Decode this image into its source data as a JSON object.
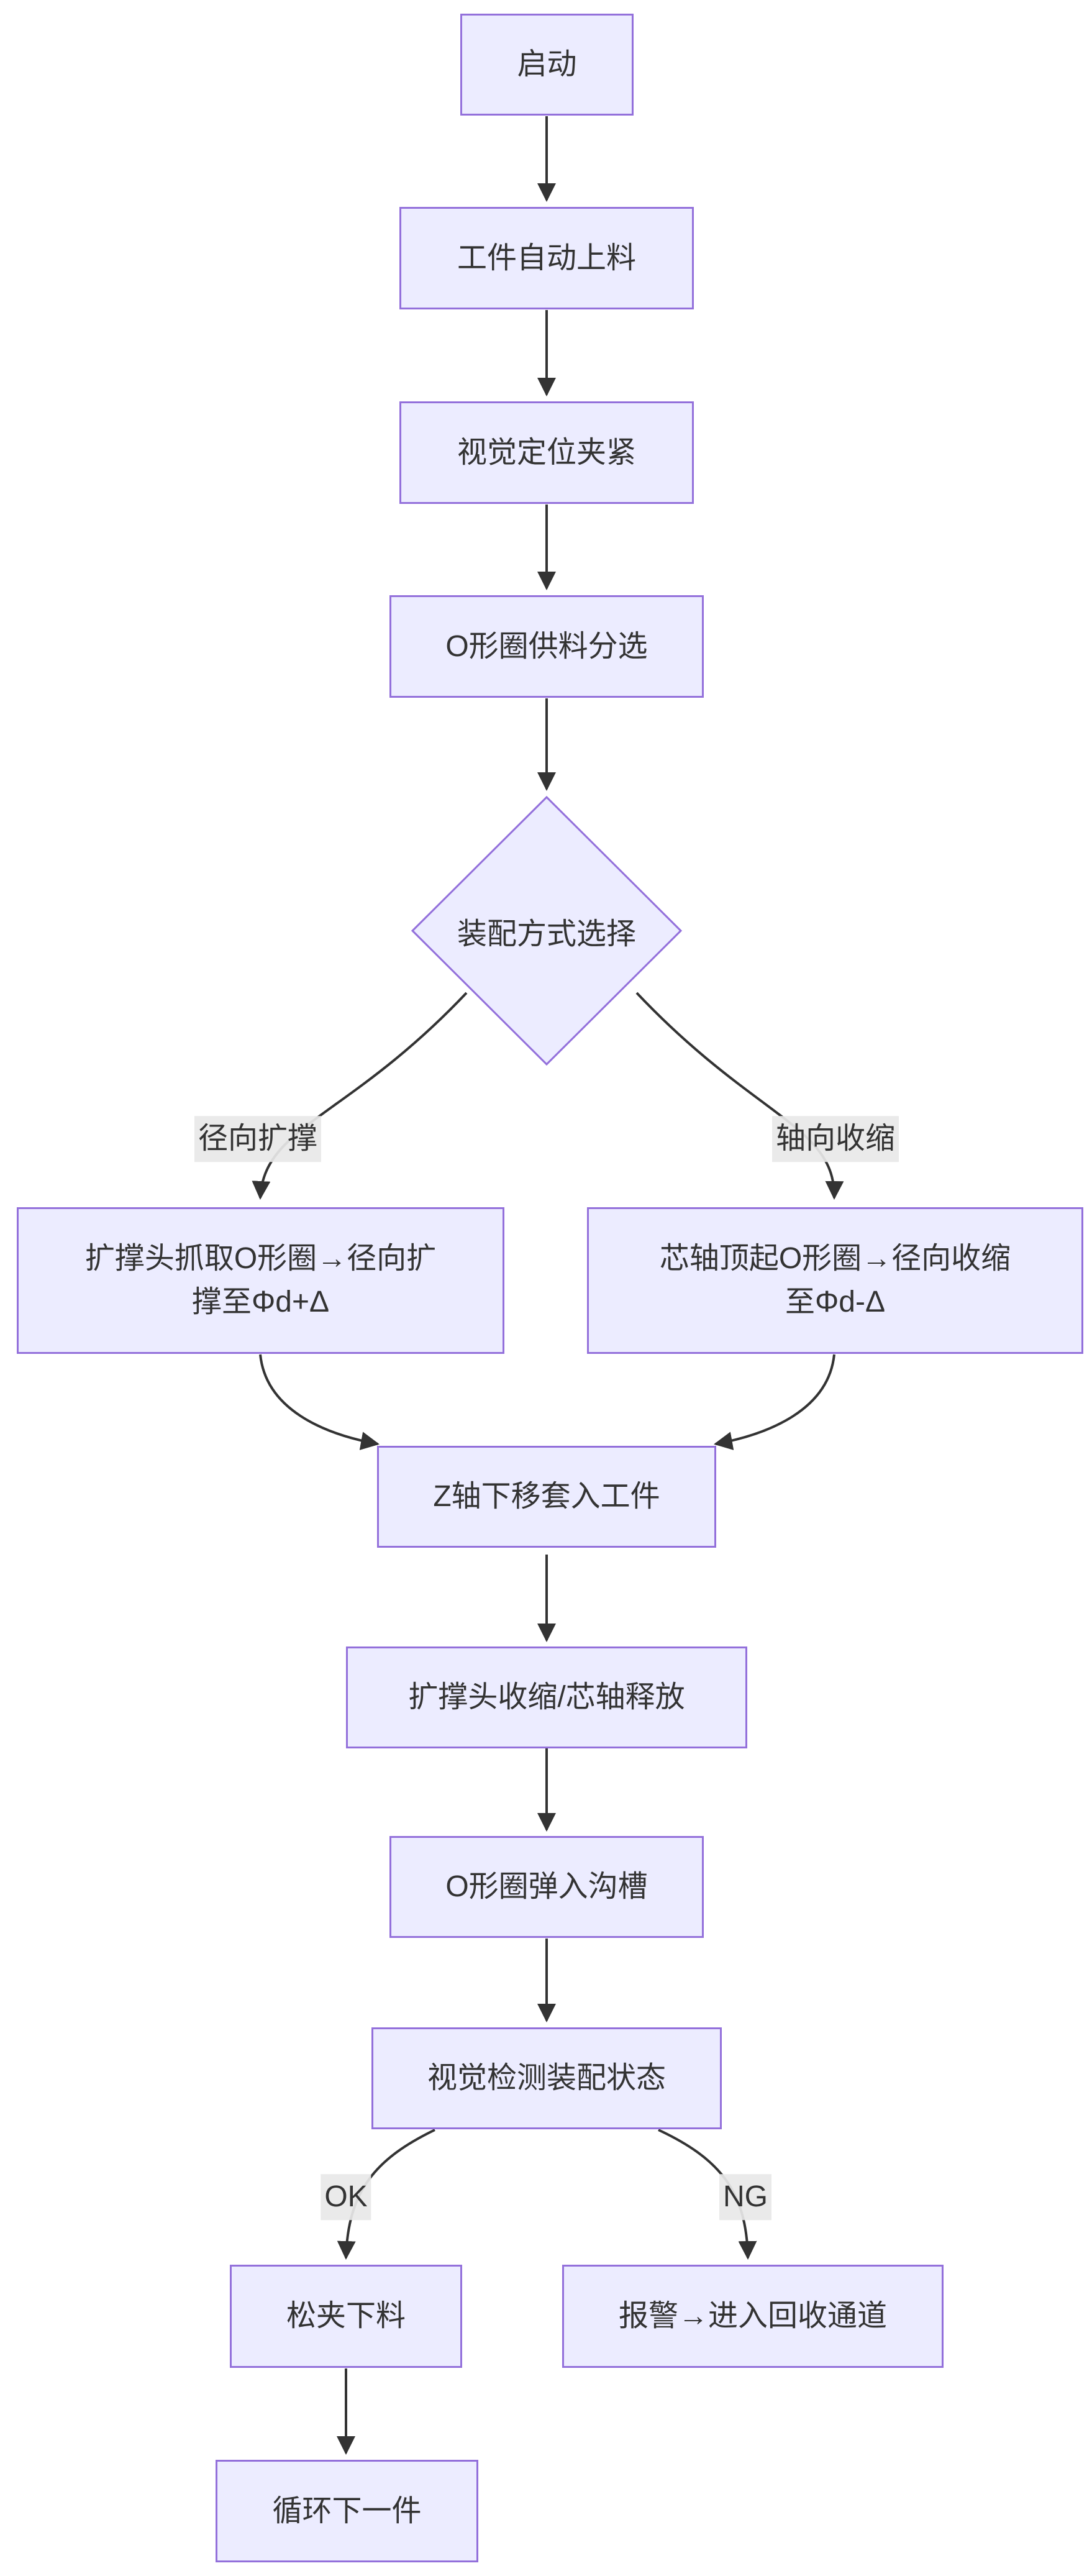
{
  "diagram": {
    "type": "flowchart",
    "direction": "top-down",
    "colors": {
      "node_fill": "#ECECFF",
      "node_border": "#9370DB",
      "edge_line": "#333333",
      "text": "#333333",
      "edge_label_bg": "#e8e8e8",
      "background": "#ffffff"
    },
    "nodes": {
      "start": {
        "label": "启动",
        "shape": "rect"
      },
      "auto_feed": {
        "label": "工件自动上料",
        "shape": "rect"
      },
      "vision_clamp": {
        "label": "视觉定位夹紧",
        "shape": "rect"
      },
      "oring_sort": {
        "label": "O形圈供料分选",
        "shape": "rect"
      },
      "assembly_select": {
        "label": "装配方式选择",
        "shape": "diamond"
      },
      "radial_expand": {
        "label": "扩撑头抓取O形圈→径向扩\n撑至Φd+Δ",
        "shape": "rect"
      },
      "axial_shrink": {
        "label": "芯轴顶起O形圈→径向收缩\n至Φd-Δ",
        "shape": "rect"
      },
      "z_insert": {
        "label": "Z轴下移套入工件",
        "shape": "rect"
      },
      "release": {
        "label": "扩撑头收缩/芯轴释放",
        "shape": "rect"
      },
      "snap_groove": {
        "label": "O形圈弹入沟槽",
        "shape": "rect"
      },
      "vision_inspect": {
        "label": "视觉检测装配状态",
        "shape": "rect"
      },
      "unclamp": {
        "label": "松夹下料",
        "shape": "rect"
      },
      "alarm_recycle": {
        "label": "报警→进入回收通道",
        "shape": "rect"
      },
      "next_cycle": {
        "label": "循环下一件",
        "shape": "rect"
      }
    },
    "edge_labels": {
      "radial": "径向扩撑",
      "axial": "轴向收缩",
      "ok": "OK",
      "ng": "NG"
    },
    "edges": [
      {
        "from": "start",
        "to": "auto_feed"
      },
      {
        "from": "auto_feed",
        "to": "vision_clamp"
      },
      {
        "from": "vision_clamp",
        "to": "oring_sort"
      },
      {
        "from": "oring_sort",
        "to": "assembly_select"
      },
      {
        "from": "assembly_select",
        "to": "radial_expand",
        "label": "径向扩撑"
      },
      {
        "from": "assembly_select",
        "to": "axial_shrink",
        "label": "轴向收缩"
      },
      {
        "from": "radial_expand",
        "to": "z_insert"
      },
      {
        "from": "axial_shrink",
        "to": "z_insert"
      },
      {
        "from": "z_insert",
        "to": "release"
      },
      {
        "from": "release",
        "to": "snap_groove"
      },
      {
        "from": "snap_groove",
        "to": "vision_inspect"
      },
      {
        "from": "vision_inspect",
        "to": "unclamp",
        "label": "OK"
      },
      {
        "from": "vision_inspect",
        "to": "alarm_recycle",
        "label": "NG"
      },
      {
        "from": "unclamp",
        "to": "next_cycle"
      }
    ]
  }
}
